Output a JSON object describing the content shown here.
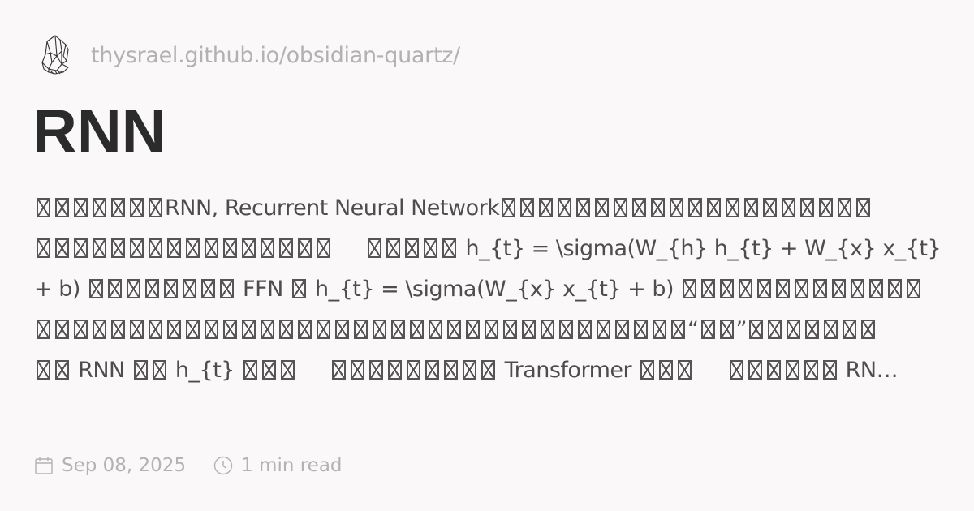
{
  "header": {
    "logo_icon": "quartz-crystal-icon",
    "site_url": "thysrael.github.io/obsidian-quartz/"
  },
  "page": {
    "title": "RNN",
    "tofu_char": "□",
    "description_lines": [
      "□□□□□□□RNN, Recurrent Neural Network□□□□□□□□□□□□□□□□□□□□",
      "□□□□□□□□□□□□□□□□     □□□□□ h_{t} = \\sigma(W_{h} h_{t} + W_{x} x_{t}",
      "+ b) □□□□□□□□ FFN □ h_{t} = \\sigma(W_{x} x_{t} + b) □□□□□□□□□□□□□",
      "□□□□□□□□□□□□□□□□□□□□□□□□□□□□□□□□□□□“□□”□□□□□□□",
      "□□ RNN □□ h_{t} □□□     □□□□□□□□□ Transformer □□□     □□□□□□ RN…"
    ]
  },
  "footer": {
    "date_icon": "calendar-icon",
    "date": "Sep 08, 2025",
    "read_time_icon": "clock-icon",
    "read_time": "1 min read"
  },
  "colors": {
    "background": "#faf8f8",
    "title": "#2b2b2b",
    "body_text": "#4e4c4c",
    "muted_text": "#b3b1b1",
    "divider": "#e4e2e2"
  }
}
